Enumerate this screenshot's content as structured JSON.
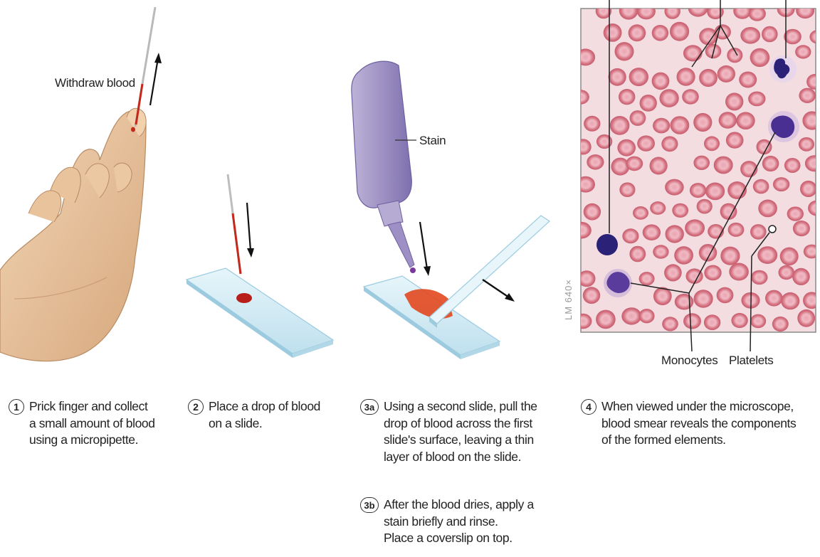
{
  "labels": {
    "withdraw_blood": "Withdraw blood",
    "stain": "Stain",
    "monocytes": "Monocytes",
    "platelets": "Platelets",
    "magnification": "LM 640×"
  },
  "steps": [
    {
      "badge": "1",
      "lines": [
        "Prick finger and collect",
        "a small amount of blood",
        "using a micropipette."
      ]
    },
    {
      "badge": "2",
      "lines": [
        "Place a drop of blood",
        "on a slide."
      ]
    },
    {
      "badge": "3a",
      "lines": [
        "Using a second slide, pull the",
        "drop of blood across the first",
        "slide's surface, leaving a thin",
        "layer of blood on the slide."
      ]
    },
    {
      "badge": "3b",
      "lines": [
        "After the blood dries, apply a",
        "stain briefly and rinse.",
        "Place a coverslip on top."
      ]
    },
    {
      "badge": "4",
      "lines": [
        "When viewed under the microscope,",
        "blood smear reveals the components",
        "of the formed elements."
      ]
    }
  ],
  "colors": {
    "skin": "#e9c6a0",
    "blood": "#c42a1c",
    "rbc": "#d97a8c",
    "plasma_bg": "#f3dde1",
    "wbc_nucleus": "#3a2a8a",
    "slide": "#cfe9f3",
    "stain_bottle": "#a79ac8"
  }
}
